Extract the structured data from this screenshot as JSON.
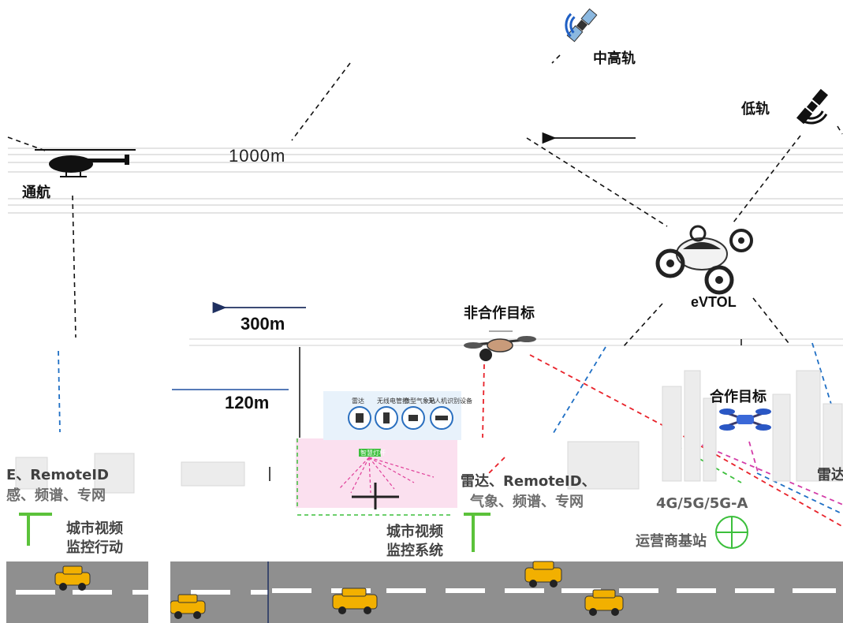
{
  "labels": {
    "mid_high_orbit": "中高轨",
    "low_orbit": "低轨",
    "general_aviation": "通航",
    "altitude_1000": "1000m",
    "altitude_300": "300m",
    "altitude_120": "120m",
    "non_cooperative_target": "非合作目标",
    "evtol": "eVTOL",
    "cooperative_target": "合作目标"
  },
  "ground_systems": {
    "left_remoteid": "E、RemoteID",
    "left_sensors": "感、频谱、专网",
    "left_video": "城市视频",
    "left_video_sub": "监控行动",
    "center_video": "城市视频",
    "center_video_sub": "监控系统",
    "center_radar": "雷达、RemoteID、",
    "center_sensors": "气象、频谱、专网",
    "network": "4G/5G/5G-A",
    "operations": "运营商基站",
    "right_radar": "雷达"
  },
  "station_panel": {
    "items": [
      "雷达",
      "无线电管控",
      "微型气象站",
      "无人机识别设备"
    ],
    "sign": "智慧灯杆"
  },
  "colors": {
    "sky": "#ffffff",
    "road": "#8f8f8f",
    "lane_mark": "#ffffff",
    "red_link": "#e8222a",
    "blue_link": "#1f6fc4",
    "green_link": "#3cbf3c",
    "magenta_link": "#d33ca8",
    "taxi": "#f2b000"
  },
  "icons": [
    "satellite-icon",
    "satellite-icon",
    "helicopter-icon",
    "evtol-icon",
    "drone-icon",
    "drone-icon",
    "taxi-icon",
    "light-pole-icon",
    "base-station-icon"
  ]
}
